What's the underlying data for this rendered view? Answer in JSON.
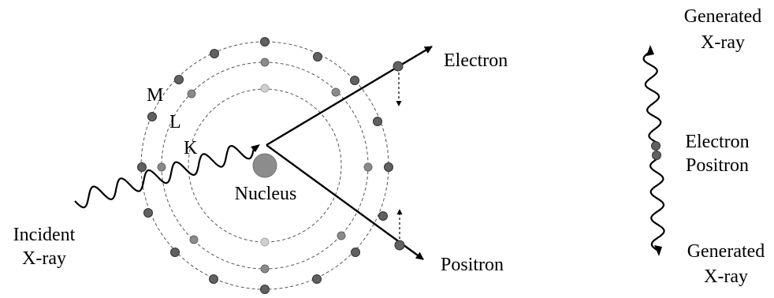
{
  "labels": {
    "incident_line1": "Incident",
    "incident_line2": "X-ray",
    "electron": "Electron",
    "positron": "Positron",
    "nucleus": "Nucleus",
    "shell_m": "M",
    "shell_l": "L",
    "shell_k": "K",
    "gen_top_line1": "Generated",
    "gen_top_line2": "X-ray",
    "pair_electron": "Electron",
    "pair_positron": "Positron",
    "gen_bottom_line1": "Generated",
    "gen_bottom_line2": "X-ray"
  },
  "colors": {
    "outer_electron": "#616161",
    "middle_electron": "#8a8a8a",
    "inner_electron": "#cfcfcf",
    "nucleus": "#8c8c8c",
    "line": "#000000",
    "shell_ring": "#555555"
  }
}
